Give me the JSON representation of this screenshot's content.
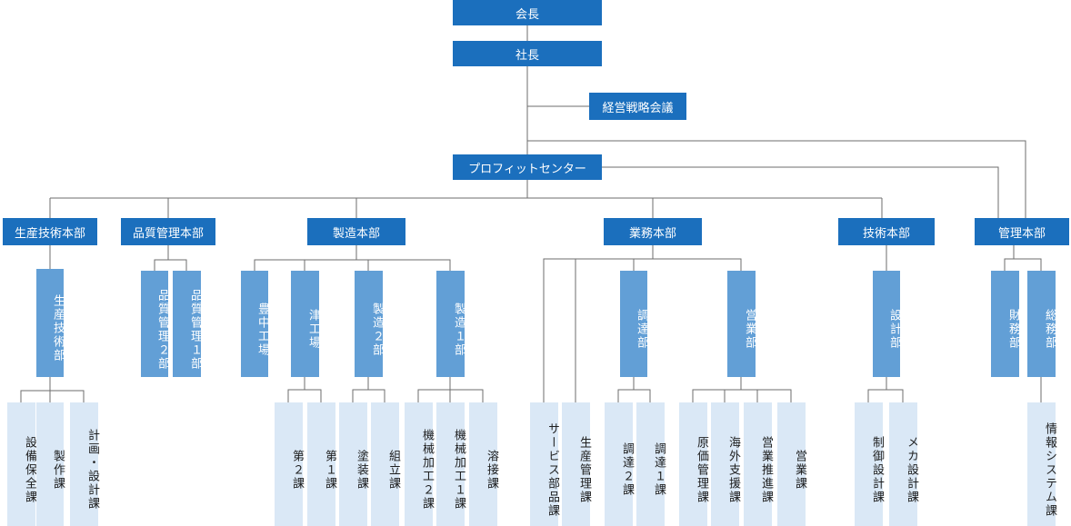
{
  "colors": {
    "top": "#1b6fbd",
    "department": "#629fd6",
    "section": "#dae8f6",
    "line": "#6e6e6e"
  },
  "top": {
    "chairman": "会長",
    "president": "社長",
    "strategy_council": "経営戦略会議",
    "profit_center": "プロフィットセンター"
  },
  "divisions": {
    "production_tech": "生産技術本部",
    "quality": "品質管理本部",
    "manufacturing": "製造本部",
    "business": "業務本部",
    "technology": "技術本部",
    "administration": "管理本部"
  },
  "departments": {
    "production_tech_dept": "生産技術部",
    "quality_2": "品質管理２部",
    "quality_1": "品質管理１部",
    "toyonaka_factory": "豊中工場",
    "tsu_factory": "津工場",
    "manufacturing_2": "製造２部",
    "manufacturing_1": "製造１部",
    "procurement_dept": "調達部",
    "sales_dept": "営業部",
    "design_dept": "設計部",
    "finance_dept": "財務部",
    "general_affairs_dept": "総務部"
  },
  "sections": {
    "equipment_maintenance": "設備保全課",
    "production": "製作課",
    "planning_design": "計画・設計課",
    "section_2": "第２課",
    "section_1": "第１課",
    "painting": "塗装課",
    "assembly": "組立課",
    "machining_2": "機械加工２課",
    "machining_1": "機械加工１課",
    "welding": "溶接課",
    "service_parts": "サービス部品課",
    "production_control": "生産管理課",
    "procurement_2": "調達２課",
    "procurement_1": "調達１課",
    "cost_management": "原価管理課",
    "overseas_support": "海外支援課",
    "sales_promotion": "営業推進課",
    "sales": "営業課",
    "control_design": "制御設計課",
    "mechanical_design": "メカ設計課",
    "information_systems": "情報システム課"
  }
}
